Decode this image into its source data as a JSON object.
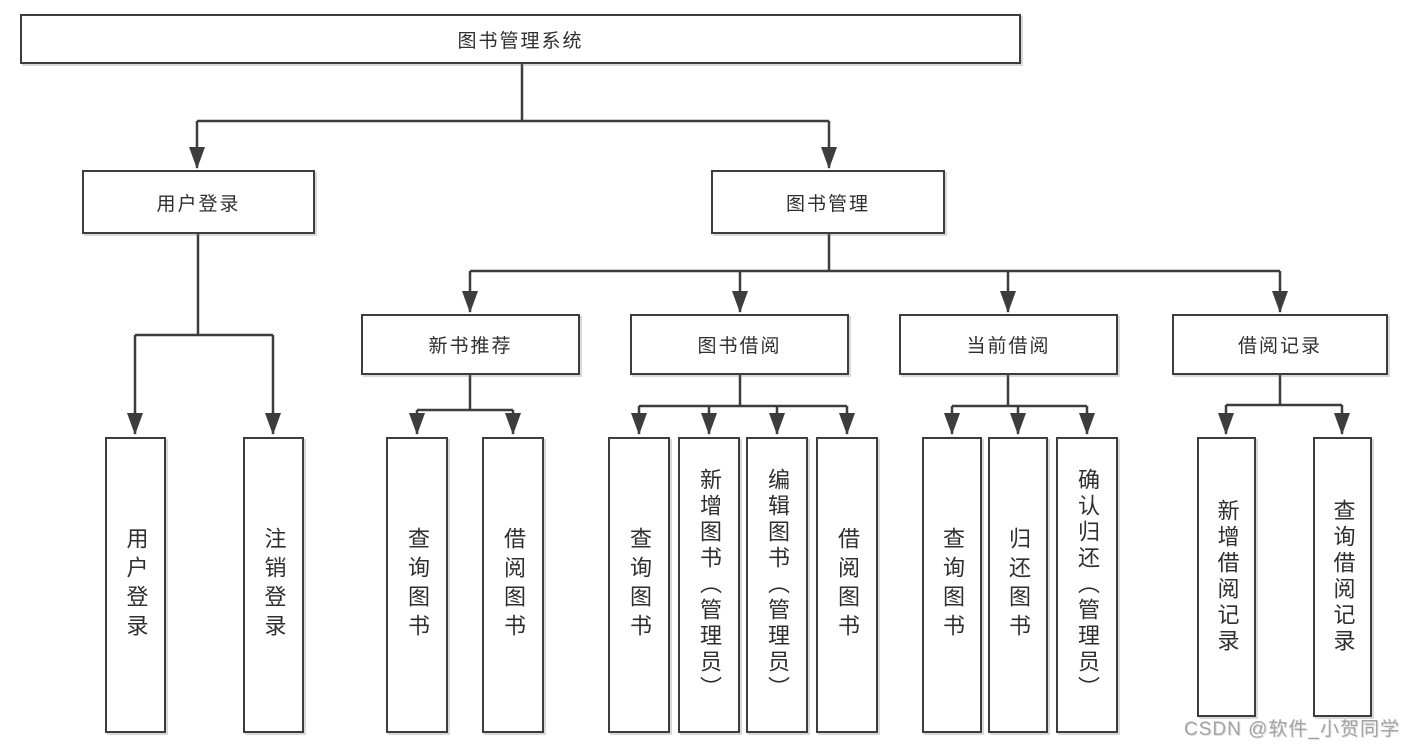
{
  "tree": {
    "root": {
      "label": "图书管理系统"
    },
    "level1": [
      {
        "label": "用户登录",
        "children": [
          {
            "label": "用户登录"
          },
          {
            "label": "注销登录"
          }
        ]
      },
      {
        "label": "图书管理",
        "children": [
          {
            "label": "新书推荐",
            "children": [
              {
                "label": "查询图书"
              },
              {
                "label": "借阅图书"
              }
            ]
          },
          {
            "label": "图书借阅",
            "children": [
              {
                "label": "查询图书"
              },
              {
                "label": "新增图书（管理员）"
              },
              {
                "label": "编辑图书（管理员）"
              },
              {
                "label": "借阅图书"
              }
            ]
          },
          {
            "label": "当前借阅",
            "children": [
              {
                "label": "查询图书"
              },
              {
                "label": "归还图书"
              },
              {
                "label": "确认归还（管理员）"
              }
            ]
          },
          {
            "label": "借阅记录",
            "children": [
              {
                "label": "新增借阅记录"
              },
              {
                "label": "查询借阅记录"
              }
            ]
          }
        ]
      }
    ]
  },
  "watermark": {
    "text": "CSDN @软件_小贺同学"
  },
  "colors": {
    "line": "#3d3d3d",
    "text": "#2f2f2f",
    "watermark": "#a3a3a3",
    "background": "#ffffff"
  }
}
